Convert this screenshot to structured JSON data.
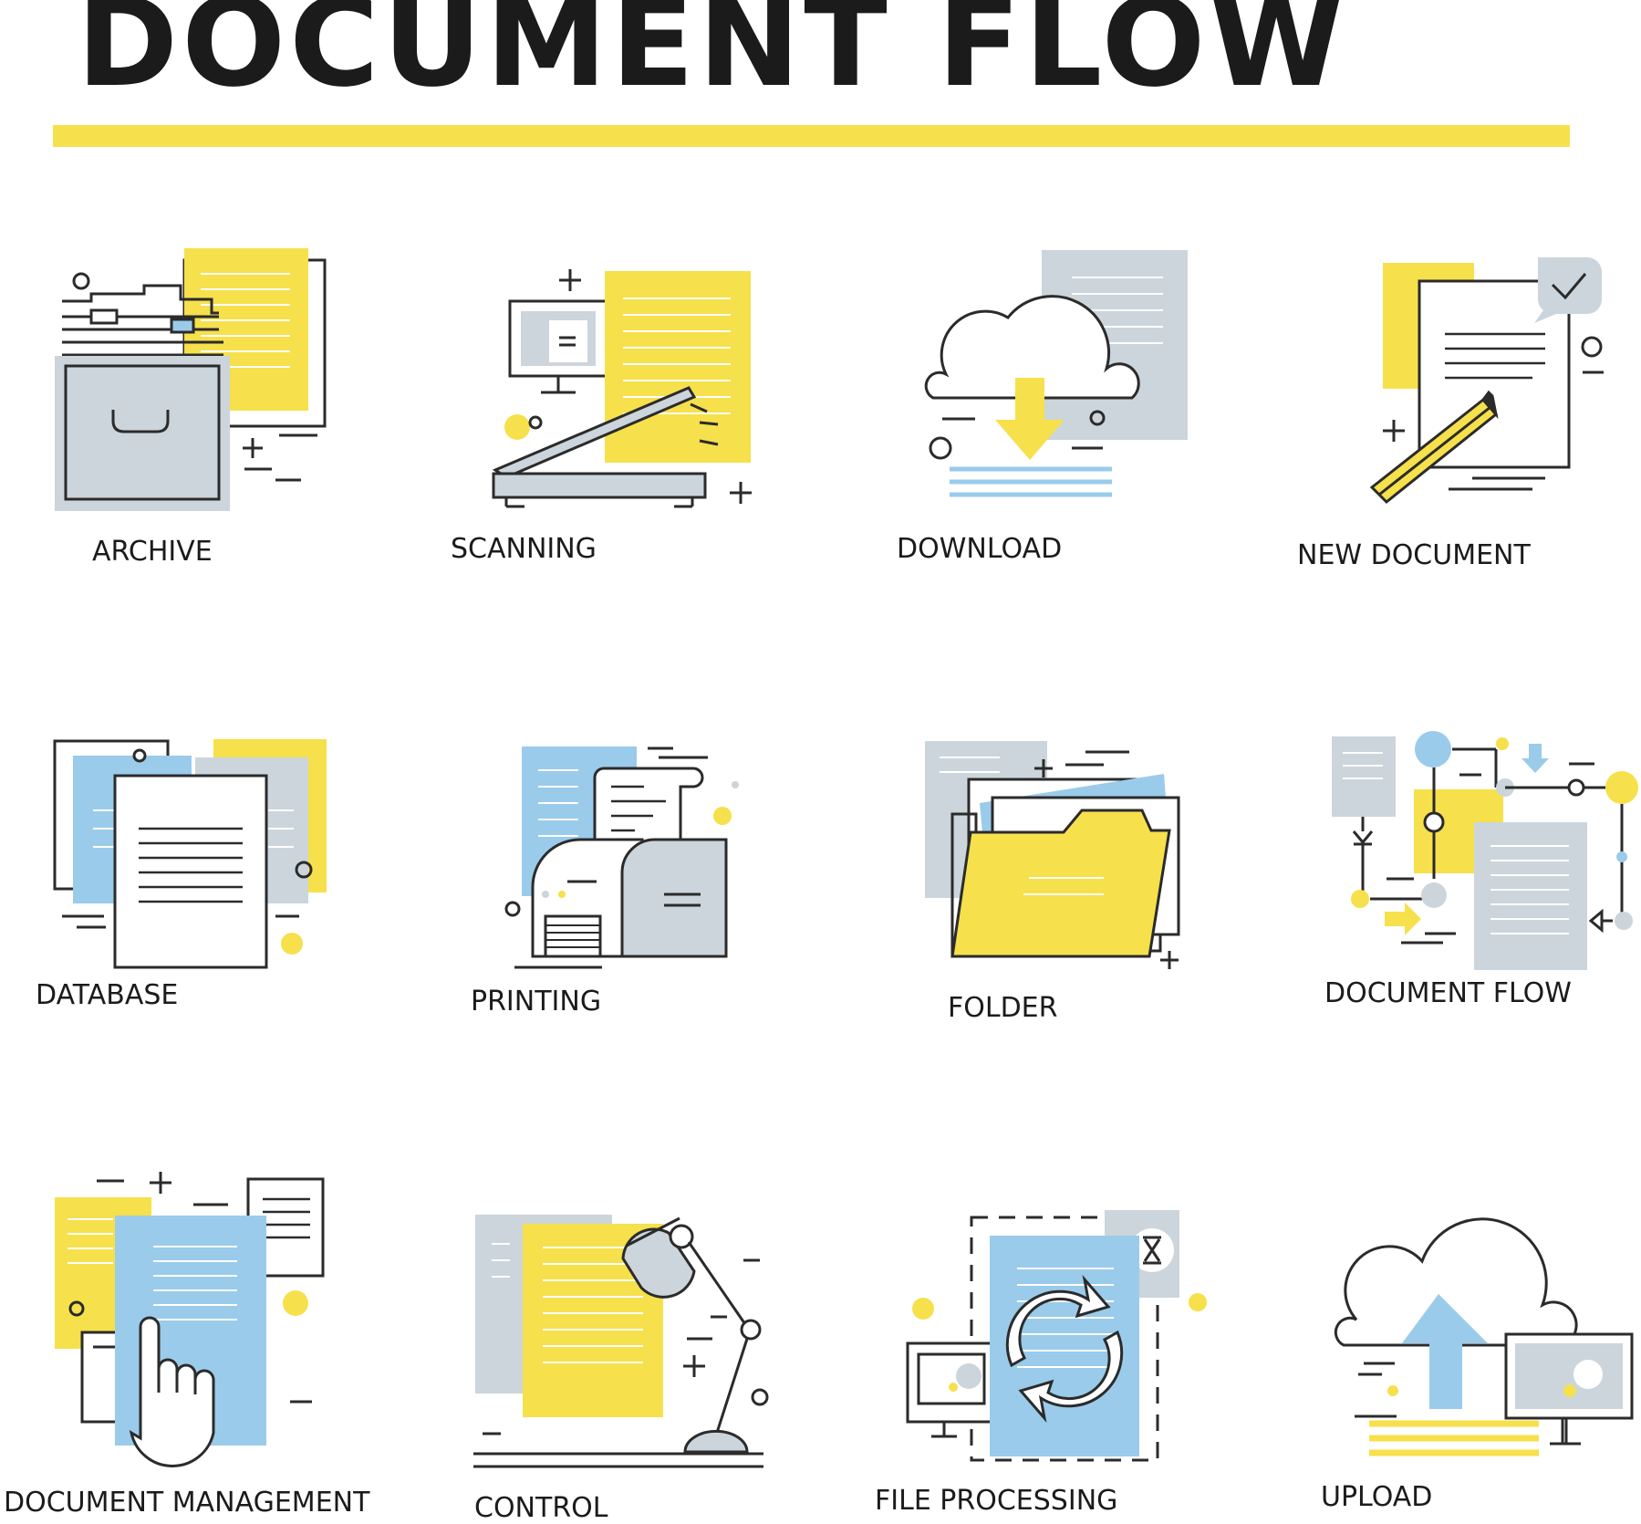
{
  "title": "DOCUMENT FLOW",
  "colors": {
    "yellow": "#f6e04c",
    "blue": "#9acbea",
    "gray": "#ccd5db",
    "outline": "#2b2b2b"
  },
  "icons": [
    {
      "label": "ARCHIVE",
      "icon": "archive-drawer-icon"
    },
    {
      "label": "SCANNING",
      "icon": "scanner-icon"
    },
    {
      "label": "DOWNLOAD",
      "icon": "cloud-download-icon"
    },
    {
      "label": "NEW DOCUMENT",
      "icon": "document-pencil-icon"
    },
    {
      "label": "DATABASE",
      "icon": "document-stack-icon"
    },
    {
      "label": "PRINTING",
      "icon": "printer-icon"
    },
    {
      "label": "FOLDER",
      "icon": "folder-icon"
    },
    {
      "label": "DOCUMENT FLOW",
      "icon": "flow-network-icon"
    },
    {
      "label": "DOCUMENT MANAGEMENT",
      "icon": "hand-pointer-document-icon"
    },
    {
      "label": "CONTROL",
      "icon": "desk-lamp-document-icon"
    },
    {
      "label": "FILE PROCESSING",
      "icon": "refresh-document-icon"
    },
    {
      "label": "UPLOAD",
      "icon": "cloud-upload-icon"
    }
  ]
}
